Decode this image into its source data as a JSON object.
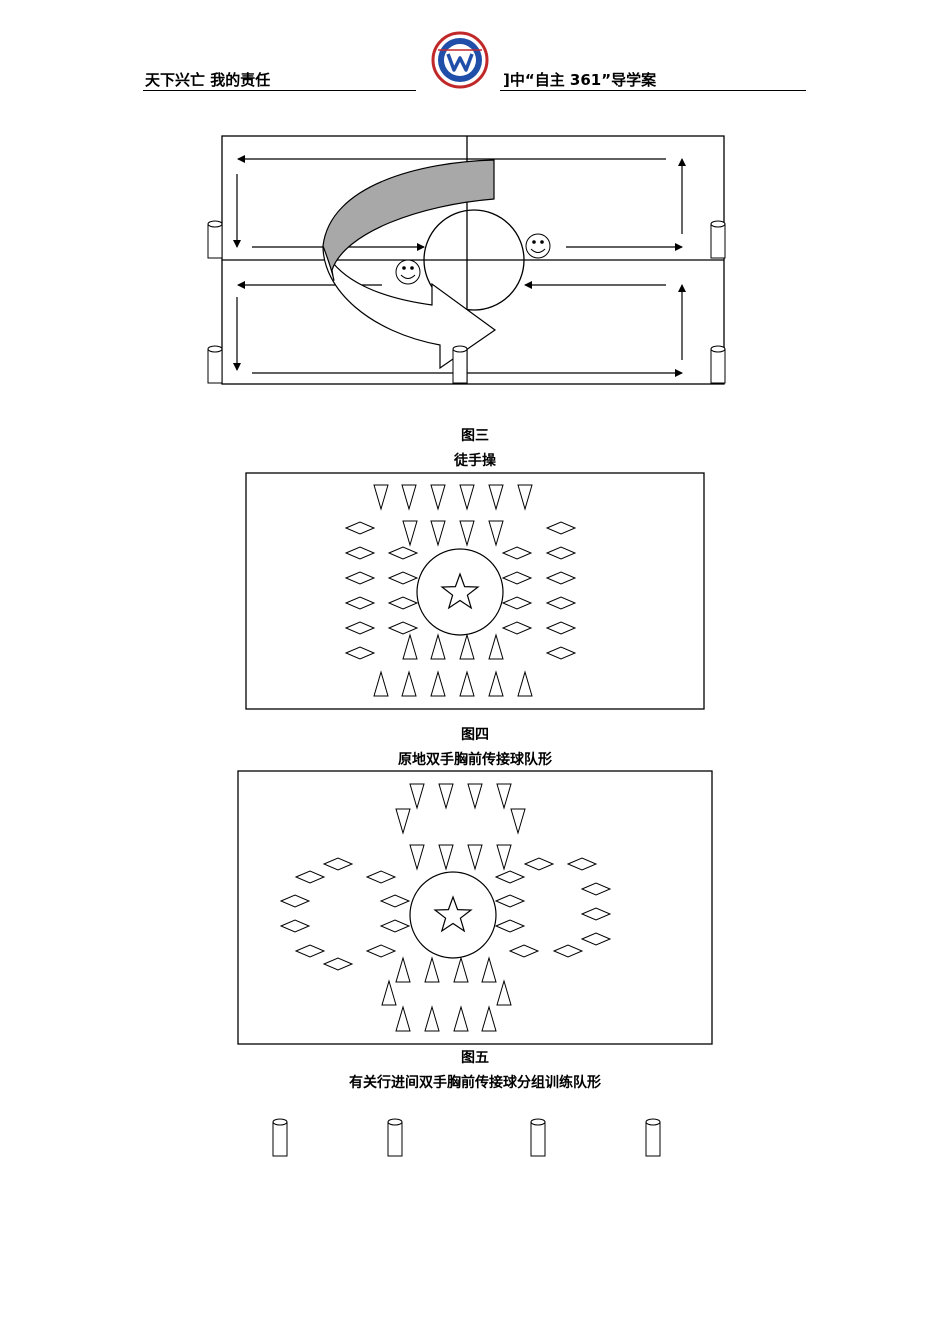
{
  "header": {
    "left_title": "天下兴亡    我的责任",
    "right_title": "]中“自主 361”导学案",
    "logo_icon": "school-logo-icon"
  },
  "figures": [
    {
      "number": "图三",
      "caption": "徒手操"
    },
    {
      "number": "图四",
      "caption": "原地双手胸前传接球队形"
    },
    {
      "number": "图五",
      "caption": "有关行进间双手胸前传接球分组训练队形"
    }
  ],
  "footer": {
    "page_number": ""
  },
  "colors": {
    "logo_blue": "#1f4fa8",
    "logo_red": "#c0282a",
    "arrow_fill": "#a8a8a8"
  }
}
